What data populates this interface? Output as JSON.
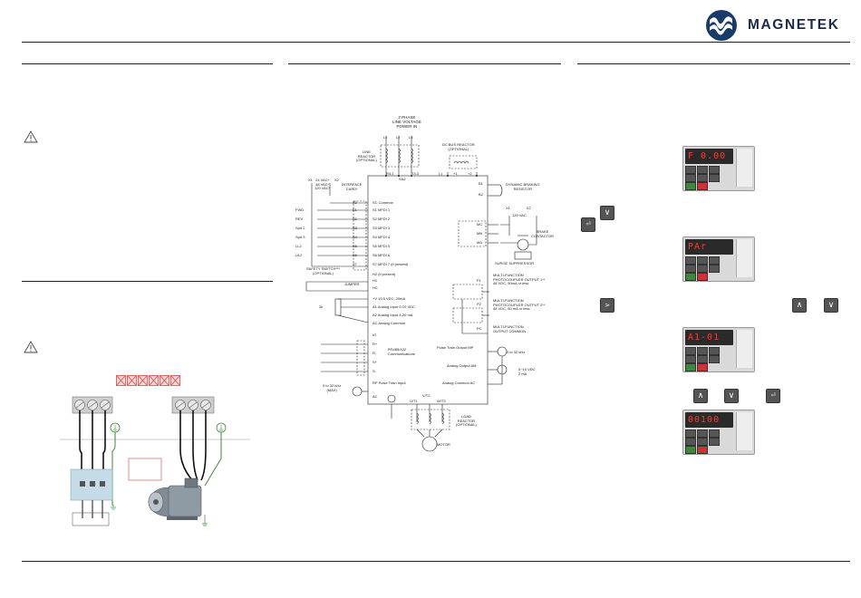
{
  "header": {
    "brand": "MAGNETEK",
    "colors": {
      "brand": "#1a2a4a",
      "rule": "#222222"
    }
  },
  "wiring_diagram": {
    "power_in": "3 PHASE\nLINE VOLTAGE\nPOWER IN",
    "line_terminals": [
      "L1",
      "L2",
      "L3"
    ],
    "line_reactor": "LINE\nREACTOR\n(OPTIONAL)",
    "dc_bus_reactor": "DC BUS REACTOR\n(OPTIONAL)",
    "input_terminals": [
      "R/L1",
      "S/L2",
      "T/L3",
      "(-)",
      "+1",
      "+2"
    ],
    "dynamic_braking": "DYNAMIC BRAKING\nRESISTOR",
    "b_terminals": [
      "B1",
      "B2"
    ],
    "interface_card": "INTERFACE\nCARD*",
    "x_labels": [
      "X1",
      "X2"
    ],
    "ac_supply": "24 VAC*\n48 VAC*\n120 VAC*",
    "inputs_left": [
      "FWD",
      "REV",
      "Spd 2",
      "Spd 3",
      "LL2",
      "UL2"
    ],
    "s_terminals": [
      "X2",
      "S1",
      "S2",
      "S3",
      "S4",
      "S5",
      "S6",
      "S7"
    ],
    "mfdi_labels": [
      "SC Common",
      "S1 MFDI 1",
      "S2 MFDI 2",
      "S3 MFDI 3",
      "S4 MFDI 4",
      "S5 MFDI 5",
      "S6 MFDI 6",
      "S7 MFDI 7 (if present)"
    ],
    "safety_switch": "SAFETY SWITCH***\n(OPTIONAL)",
    "jumper": "JUMPER",
    "h_labels": [
      "H2 (if present)",
      "H1",
      "HC"
    ],
    "analog_labels": [
      "+V  10.5 VDC, 20mA",
      "A1  Analog Input 0-10 VDC",
      "A2  Analog Input 4-20 mA",
      "AC  Analog Common"
    ],
    "pot": "2k",
    "comm_labels": [
      "IG",
      "R+",
      "R-",
      "S+",
      "S-"
    ],
    "rs485": "RS485/422\nCommunications",
    "pulse_in_range": "0 to 32 kHz\n(MAX)",
    "pulse_in": "RP  Pulse Train Input",
    "ac_label": "AC",
    "brake_x": "X1                X2",
    "brake_vac": "120 VAC",
    "brake_contactor": "BRAKE\nCONTACTOR",
    "relay_terminals": [
      "MC",
      "MB",
      "MA"
    ],
    "surge": "SURGE SUPPRESSOR",
    "outputs": [
      {
        "term": "P1",
        "label": "MULTI-FUNCTION\nPHOTOCOUPLER OUTPUT 1**\n48 VDC, 50mA or less"
      },
      {
        "term": "P2",
        "label": "MULTI-FUNCTION\nPHOTOCOUPLER OUTPUT 2**\n48 VDC, 50 mA or less"
      },
      {
        "term": "PC",
        "label": "MULTI-FUNCTION\nOUTPUT COMMON"
      }
    ],
    "pulse_out": "Pulse Train Output  MP",
    "pulse_out_range": "0 to 32 kHz",
    "analog_out": "Analog Output  AM",
    "analog_out_range": "0~10 VDC\n2 mA",
    "analog_common": "Analog Common  AC",
    "output_terminals": [
      "U/T1",
      "V/T2",
      "W/T3"
    ],
    "load_reactor": "LOAD\nREACTOR\n(OPTIONAL)",
    "motor": "MOTOR",
    "sa2": "SA2"
  },
  "keypads": [
    {
      "display": "F 0.00"
    },
    {
      "display": "PAr"
    },
    {
      "display": "A1-01"
    },
    {
      "display": "00100"
    }
  ]
}
